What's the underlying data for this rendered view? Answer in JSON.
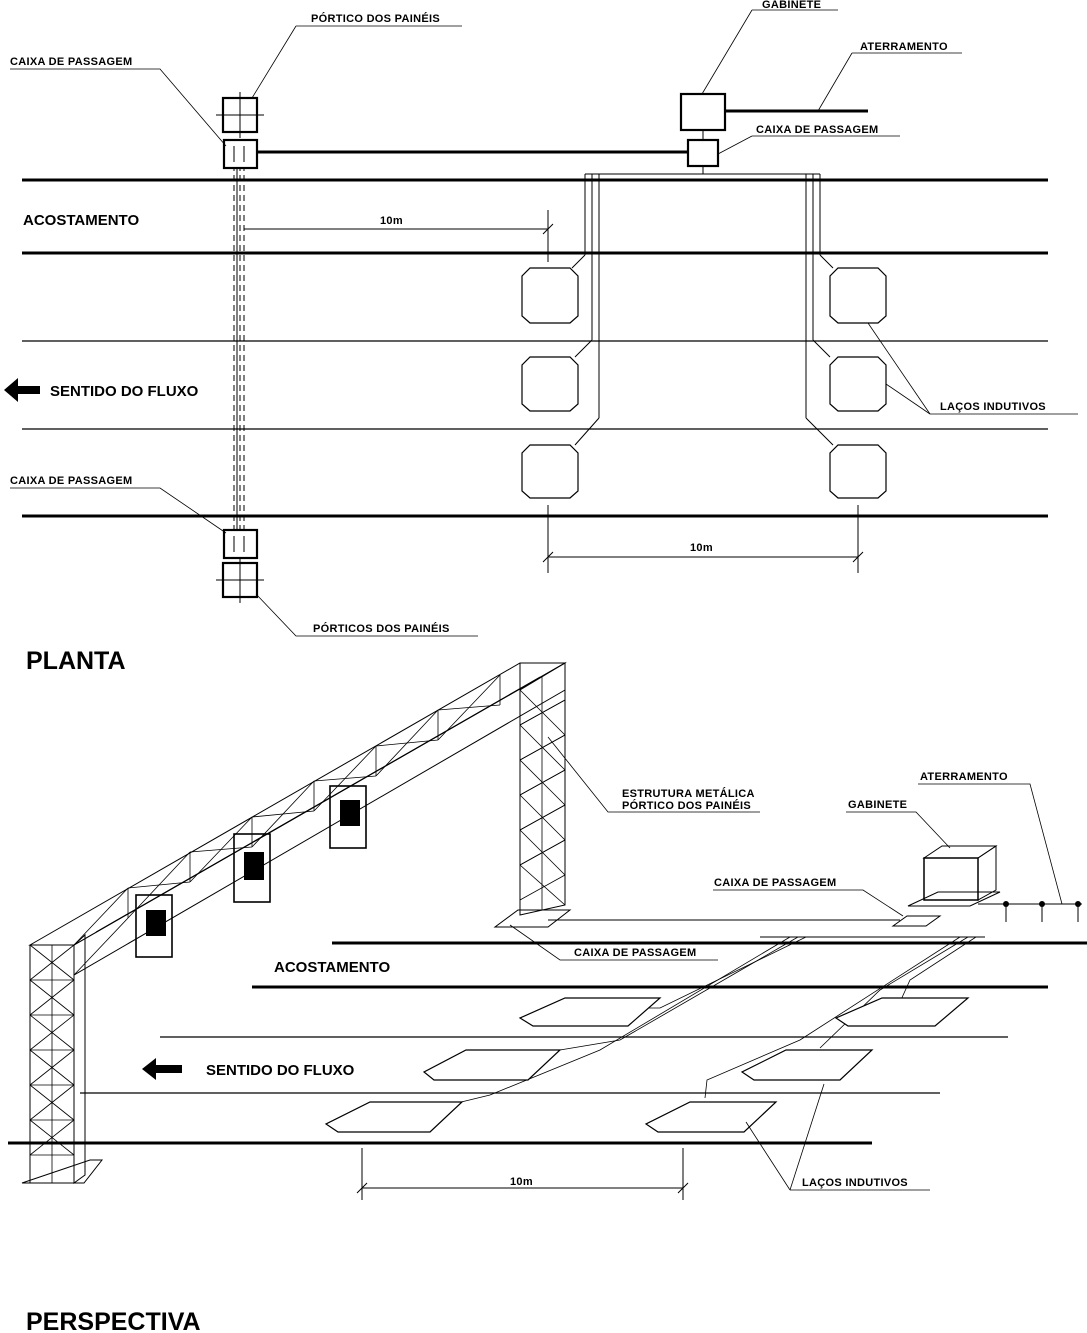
{
  "planta": {
    "title": "PLANTA",
    "labels": {
      "portico_top": "PÓRTICO DOS PAINÉIS",
      "caixa_top_left": "CAIXA DE PASSAGEM",
      "gabinete": "GABINETE",
      "aterramento": "ATERRAMENTO",
      "caixa_top_right": "CAIXA DE PASSAGEM",
      "acostamento": "ACOSTAMENTO",
      "sentido": "SENTIDO DO FLUXO",
      "lacos": "LAÇOS INDUTIVOS",
      "caixa_bottom": "CAIXA DE PASSAGEM",
      "porticos_bottom": "PÓRTICOS DOS PAINÉIS"
    },
    "dimensions": {
      "dim1": "10m",
      "dim2": "10m"
    }
  },
  "perspectiva": {
    "title": "PERSPECTIVA",
    "labels": {
      "estrutura_line1": "ESTRUTURA METÁLICA",
      "estrutura_line2": "PÓRTICO DOS PAINÉIS",
      "aterramento": "ATERRAMENTO",
      "gabinete": "GABINETE",
      "caixa_right": "CAIXA DE PASSAGEM",
      "caixa_base": "CAIXA DE PASSAGEM",
      "acostamento": "ACOSTAMENTO",
      "sentido": "SENTIDO DO FLUXO",
      "lacos": "LAÇOS INDUTIVOS"
    },
    "dimensions": {
      "dim1": "10m"
    }
  }
}
